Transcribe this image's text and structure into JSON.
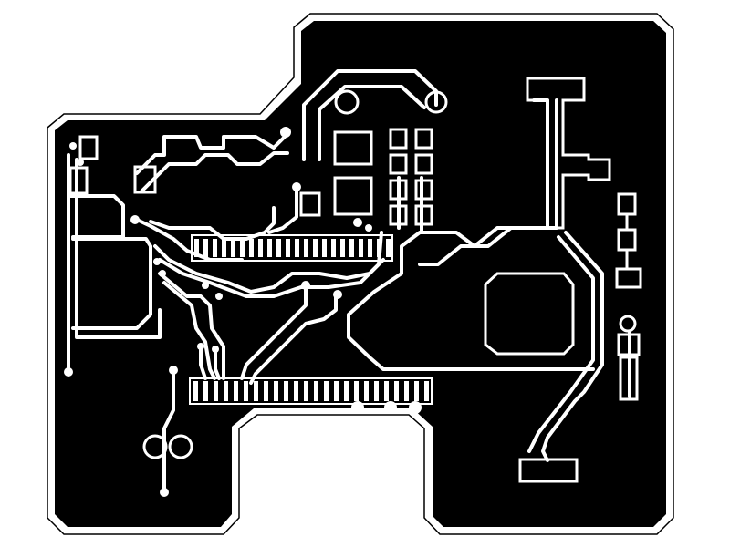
{
  "view": {
    "background": "#ffffff",
    "copper_color": "#000000",
    "trace_color": "#ffffff",
    "description_visible_text": ""
  },
  "layers": [
    {
      "name": "board-outline",
      "visible": true
    },
    {
      "name": "copper-pour",
      "visible": true
    },
    {
      "name": "traces",
      "visible": true
    },
    {
      "name": "pads",
      "visible": true
    }
  ]
}
